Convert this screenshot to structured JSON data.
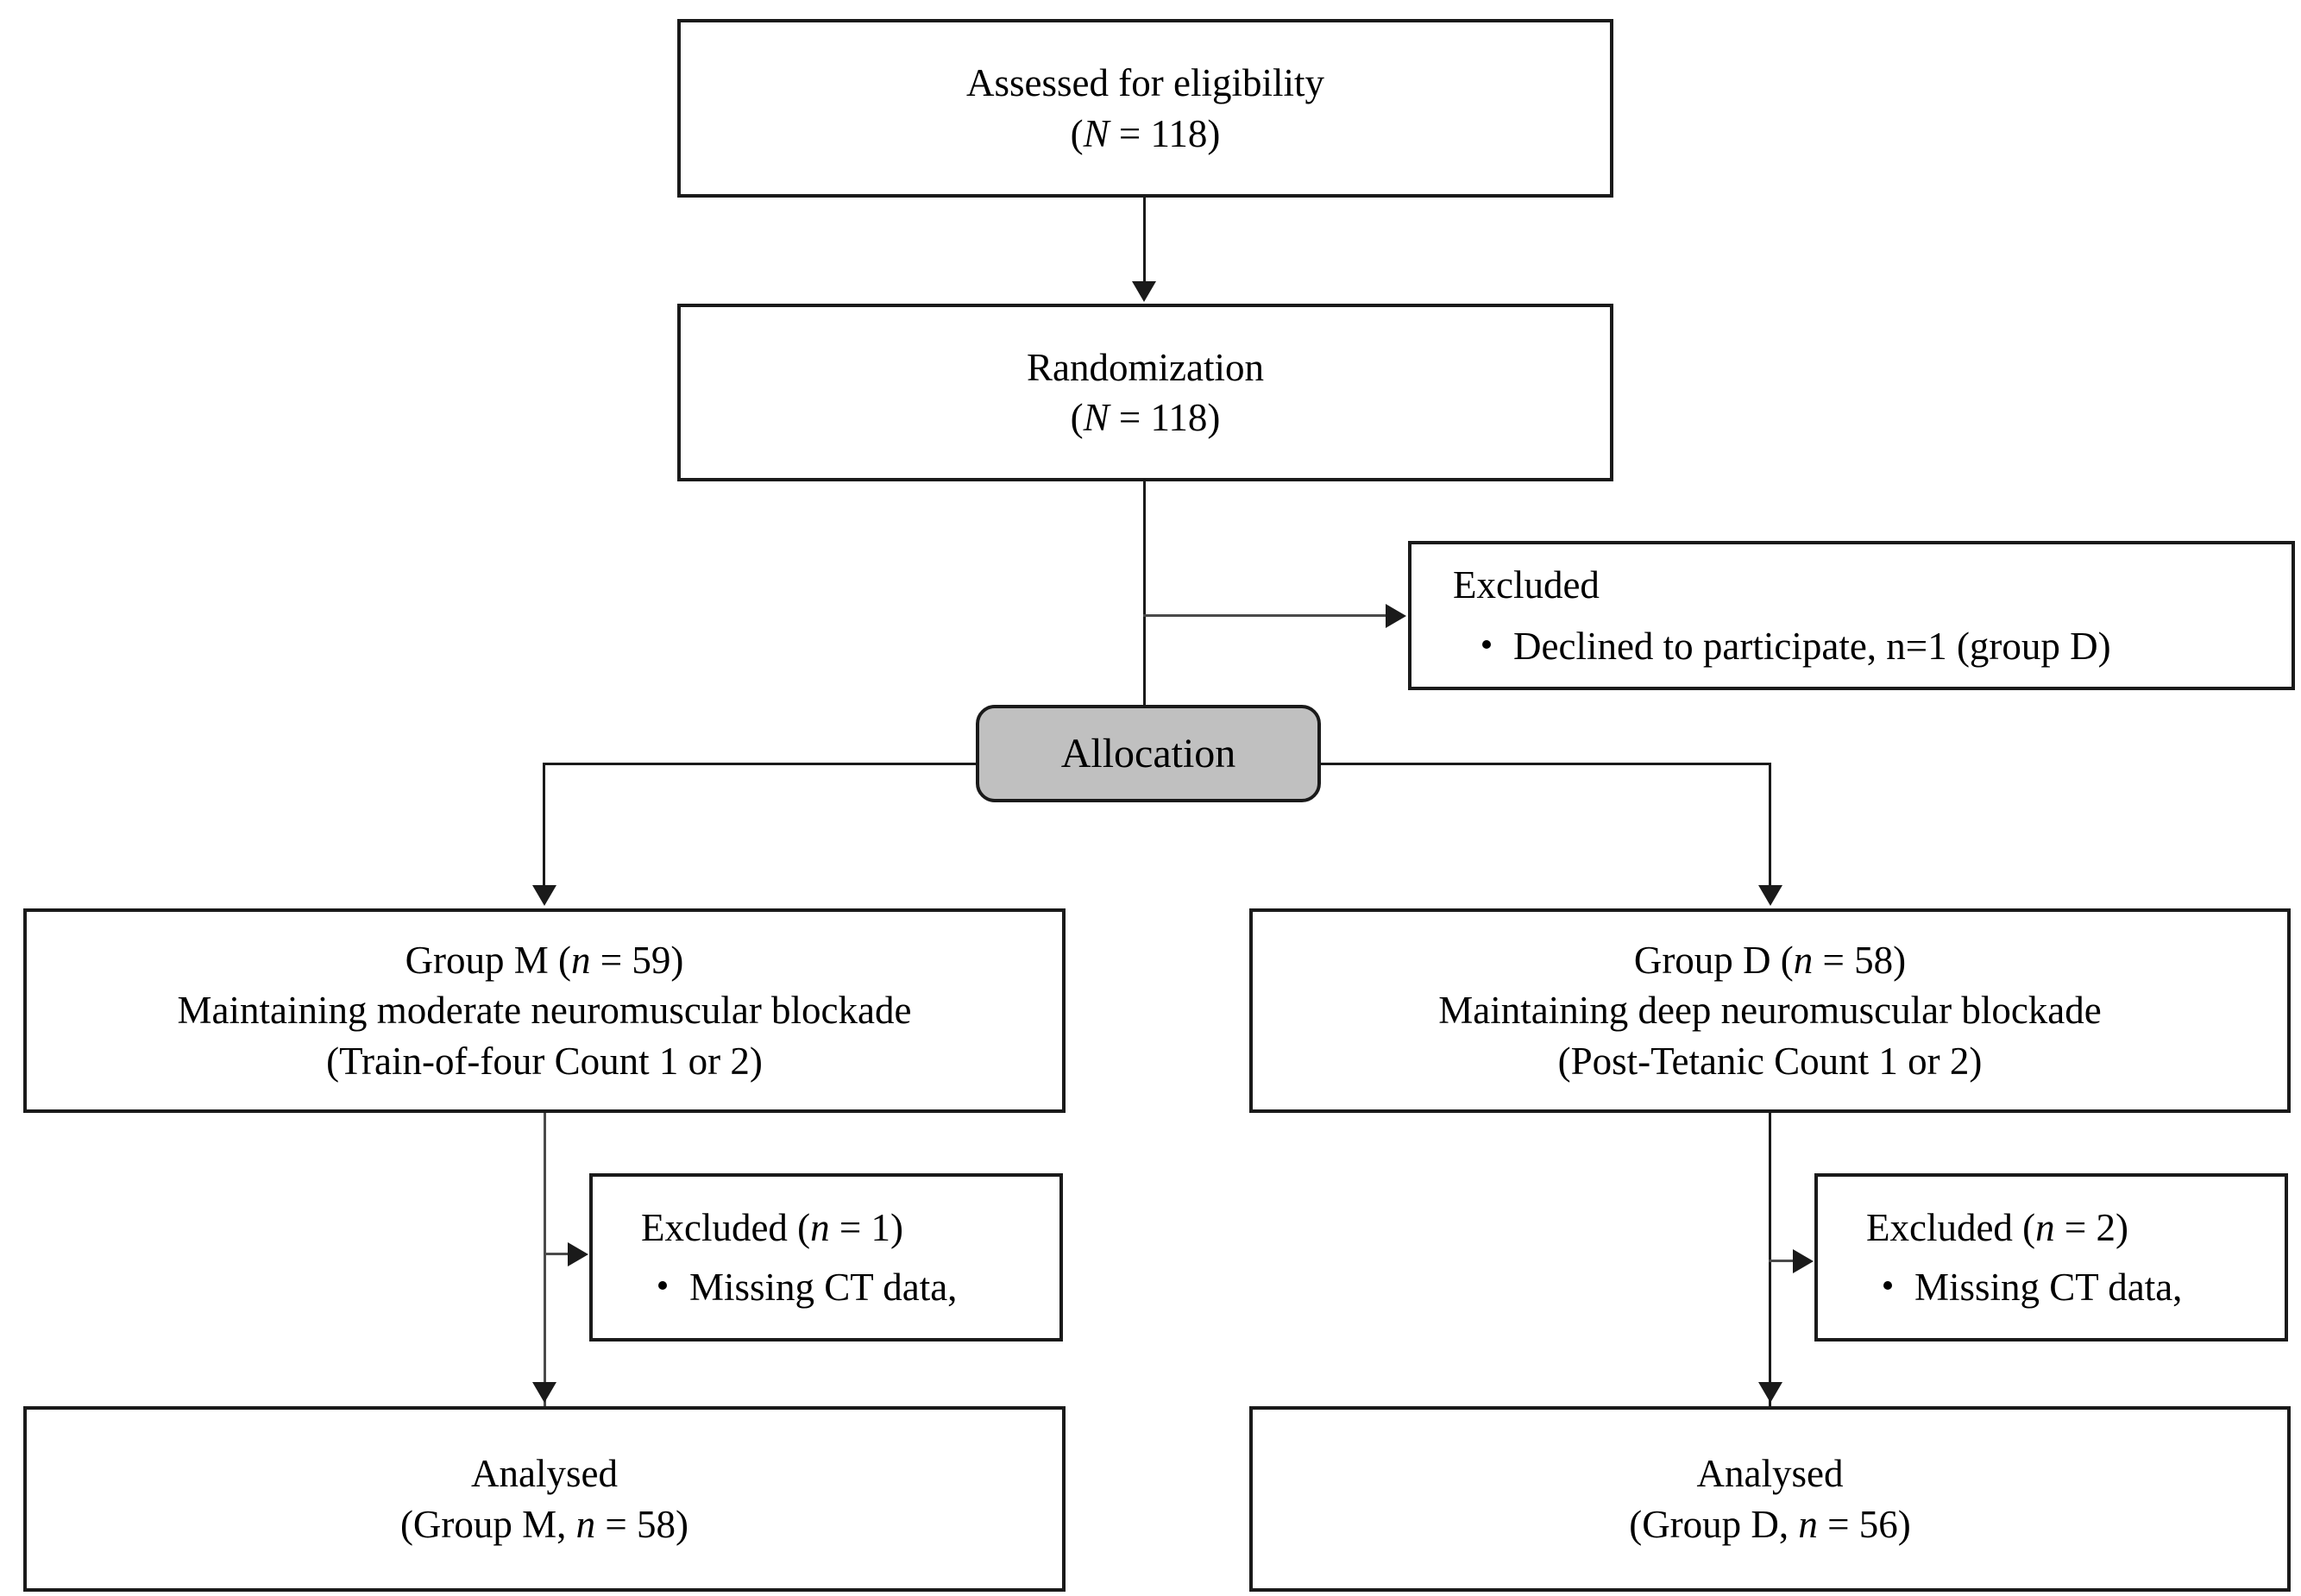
{
  "diagram": {
    "title": "CONSORT participant flow diagram",
    "stage_label": "Allocation",
    "colors": {
      "line": "#1a1a1a",
      "box_border": "#1a1a1a",
      "allocation_fill": "#c0c0c0",
      "background": "#ffffff",
      "text": "#000000"
    },
    "nodes": {
      "assessed": {
        "line1": "Assessed for eligibility",
        "line2_prefix": "(",
        "line2_italic": "N",
        "line2_suffix": " = 118)"
      },
      "randomization": {
        "line1": "Randomization",
        "line2_prefix": "(",
        "line2_italic": "N",
        "line2_suffix": " = 118)"
      },
      "excluded_top": {
        "heading": "Excluded",
        "bullet1": "Declined to participate, n=1 (group D)"
      },
      "group_m": {
        "line1_prefix": "Group M (",
        "line1_italic": "n",
        "line1_suffix": " = 59)",
        "line2": "Maintaining moderate neuromuscular blockade",
        "line3": "(Train-of-four Count 1 or 2)"
      },
      "group_d": {
        "line1_prefix": "Group D (",
        "line1_italic": "n",
        "line1_suffix": " = 58)",
        "line2": "Maintaining deep neuromuscular blockade",
        "line3": "(Post-Tetanic Count 1 or 2)"
      },
      "excluded_m": {
        "heading_prefix": "Excluded (",
        "heading_italic": "n",
        "heading_suffix": " = 1)",
        "bullet1": "Missing CT data,"
      },
      "excluded_d": {
        "heading_prefix": "Excluded (",
        "heading_italic": "n",
        "heading_suffix": " = 2)",
        "bullet1": "Missing CT data,"
      },
      "analysed_m": {
        "line1": "Analysed",
        "line2_prefix": "(Group M, ",
        "line2_italic": "n",
        "line2_suffix": " = 58)"
      },
      "analysed_d": {
        "line1": "Analysed",
        "line2_prefix": "(Group D, ",
        "line2_italic": "n",
        "line2_suffix": " = 56)"
      }
    }
  }
}
